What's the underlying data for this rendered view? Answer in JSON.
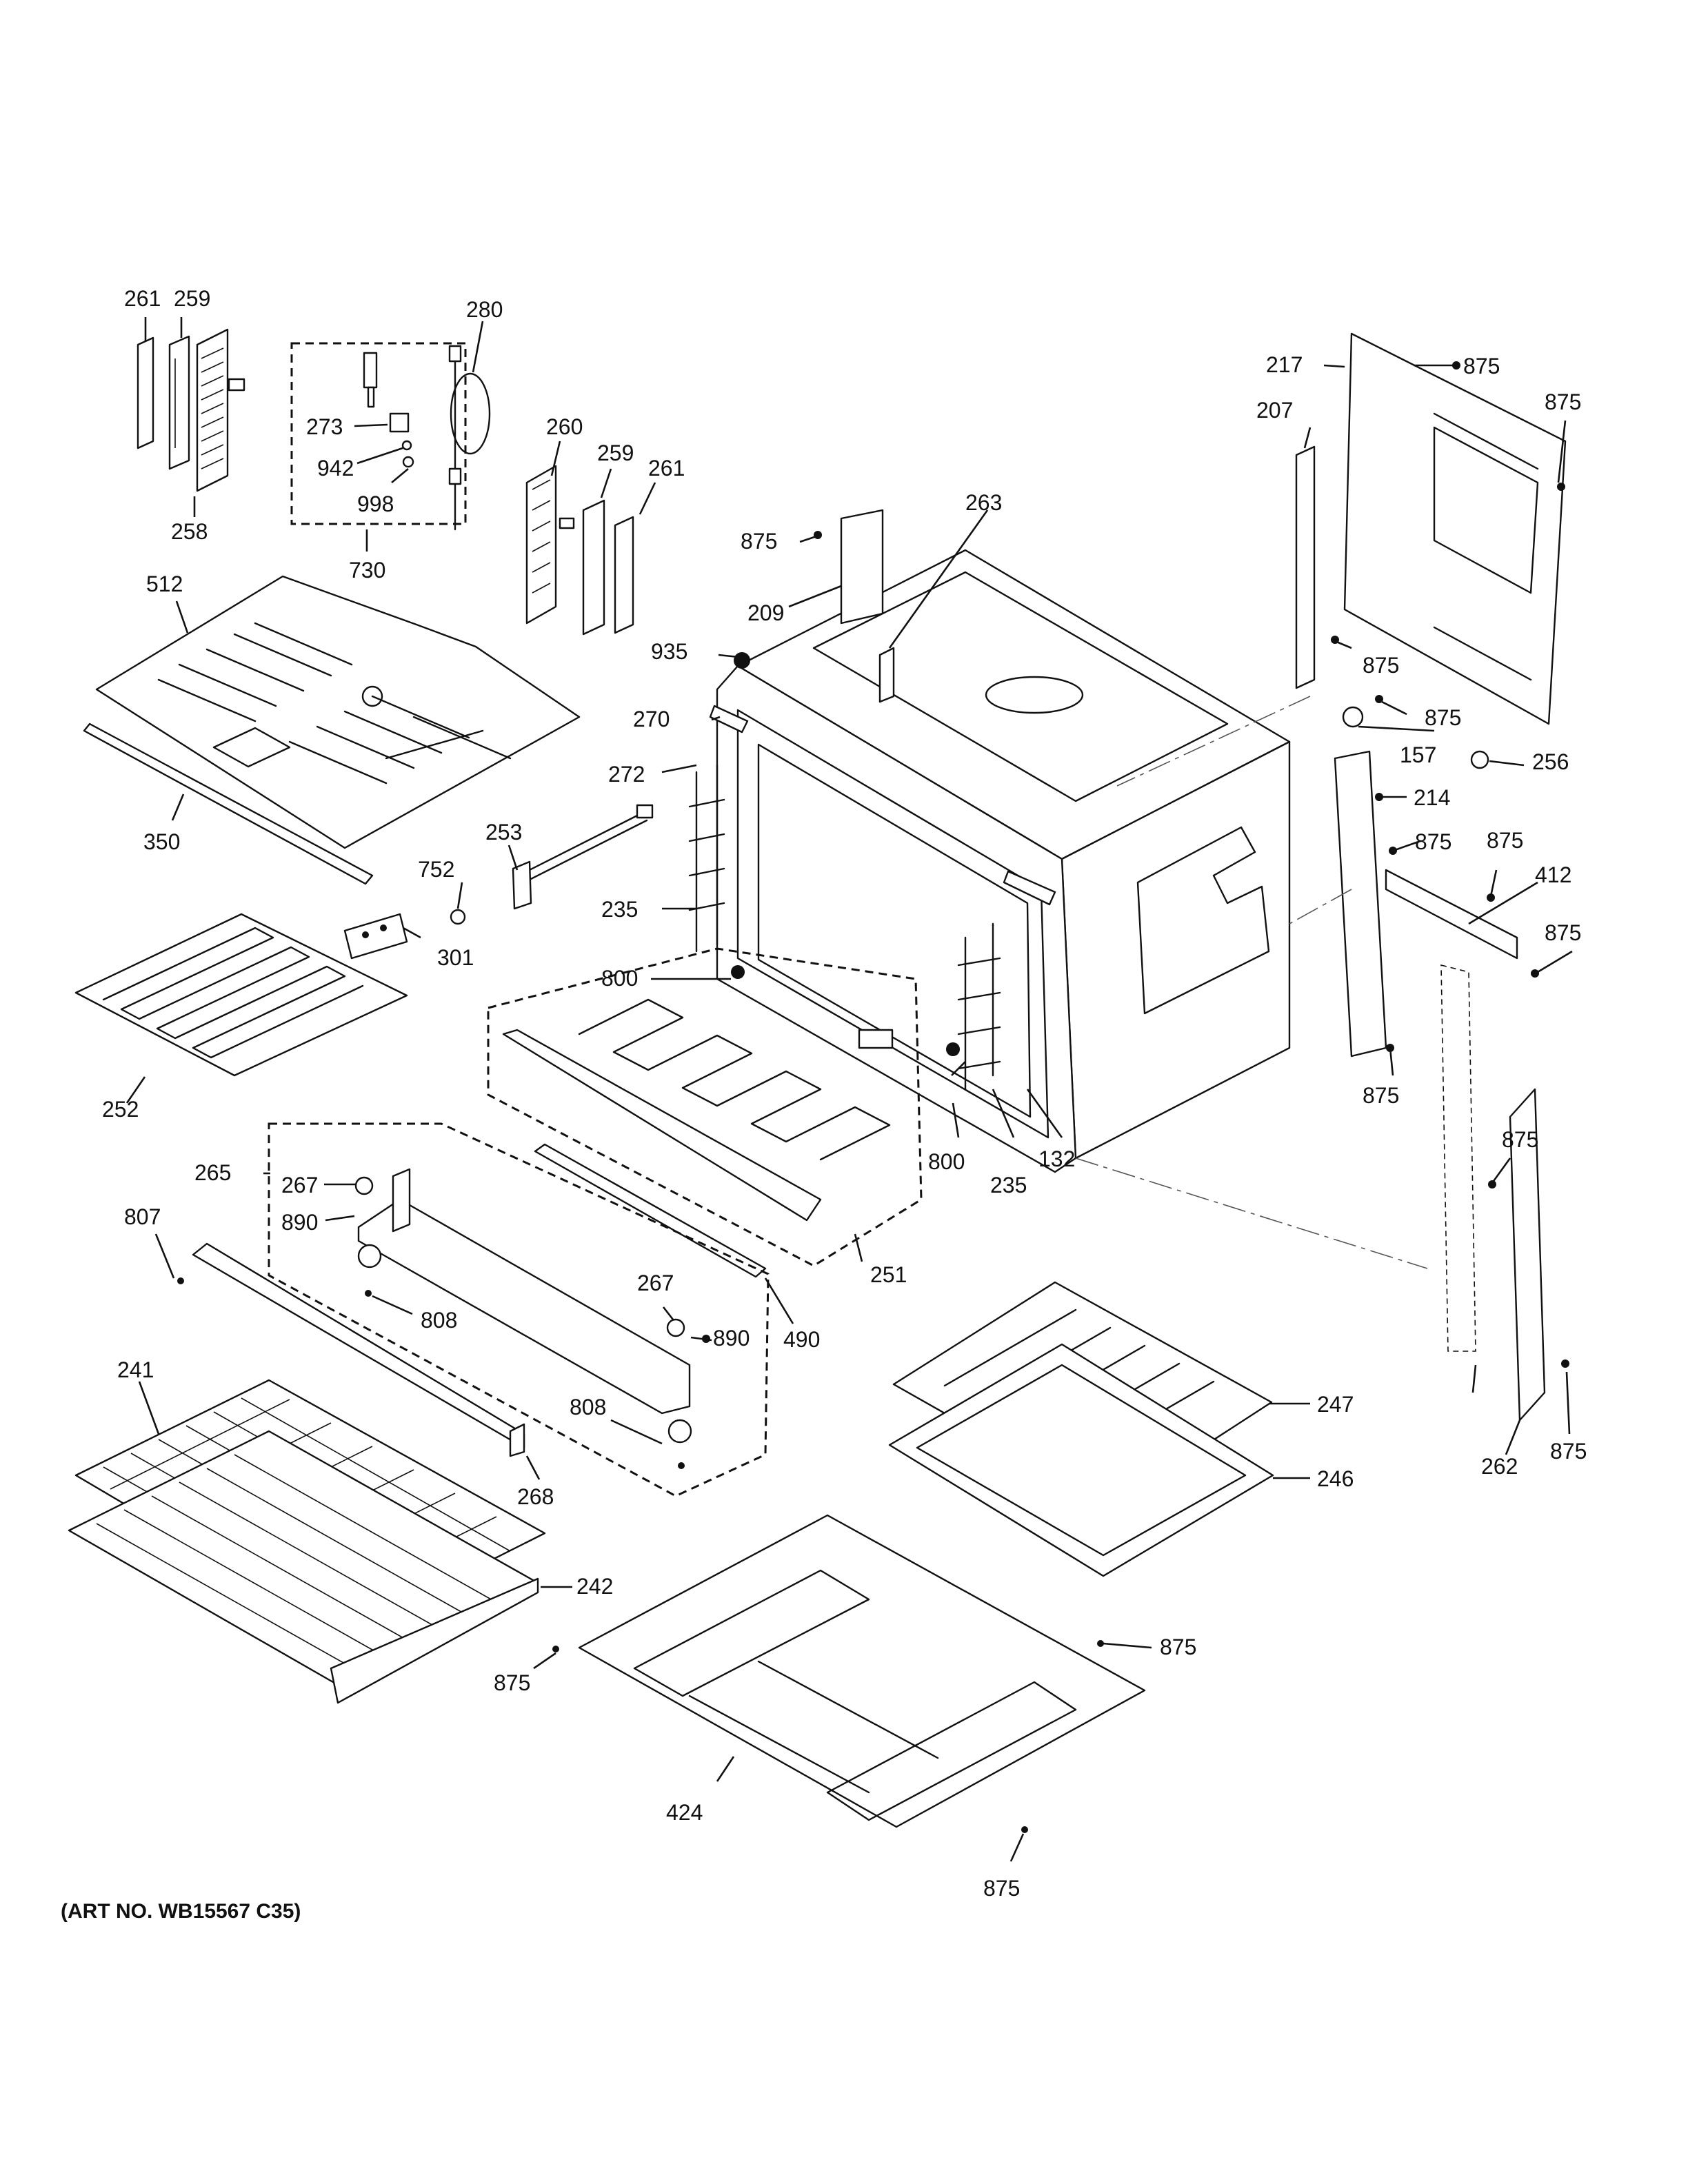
{
  "art_number": "(ART NO. WB15567 C35)",
  "callouts": {
    "c261a": "261",
    "c259a": "259",
    "c258": "258",
    "c273": "273",
    "c942": "942",
    "c998": "998",
    "c730": "730",
    "c280": "280",
    "c260": "260",
    "c259b": "259",
    "c261b": "261",
    "c512": "512",
    "c350": "350",
    "c217": "217",
    "c207": "207",
    "c875_a": "875",
    "c875_b": "875",
    "c875_c": "875",
    "c875_d": "875",
    "c875_e": "875",
    "c875_f": "875",
    "c875_g": "875",
    "c875_h": "875",
    "c875_i": "875",
    "c875_j": "875",
    "c875_k": "875",
    "c875_l": "875",
    "c875_m": "875",
    "c875_n": "875",
    "c263": "263",
    "c209": "209",
    "c935": "935",
    "c270": "270",
    "c272": "272",
    "c157": "157",
    "c256": "256",
    "c214": "214",
    "c412": "412",
    "c253": "253",
    "c752": "752",
    "c301": "301",
    "c235a": "235",
    "c800a": "800",
    "c252": "252",
    "c800b": "800",
    "c235b": "235",
    "c132": "132",
    "c265": "265",
    "c267a": "267",
    "c890a": "890",
    "c807": "807",
    "c808a": "808",
    "c490": "490",
    "c251": "251",
    "c267b": "267",
    "c890b": "890",
    "c241": "241",
    "c808b": "808",
    "c268": "268",
    "c247": "247",
    "c246": "246",
    "c262": "262",
    "c242": "242",
    "c424": "424"
  },
  "icons": [
    "rack-icon",
    "broil-element-icon",
    "bake-element-icon",
    "broiler-pan-icon",
    "oven-cavity-icon"
  ]
}
